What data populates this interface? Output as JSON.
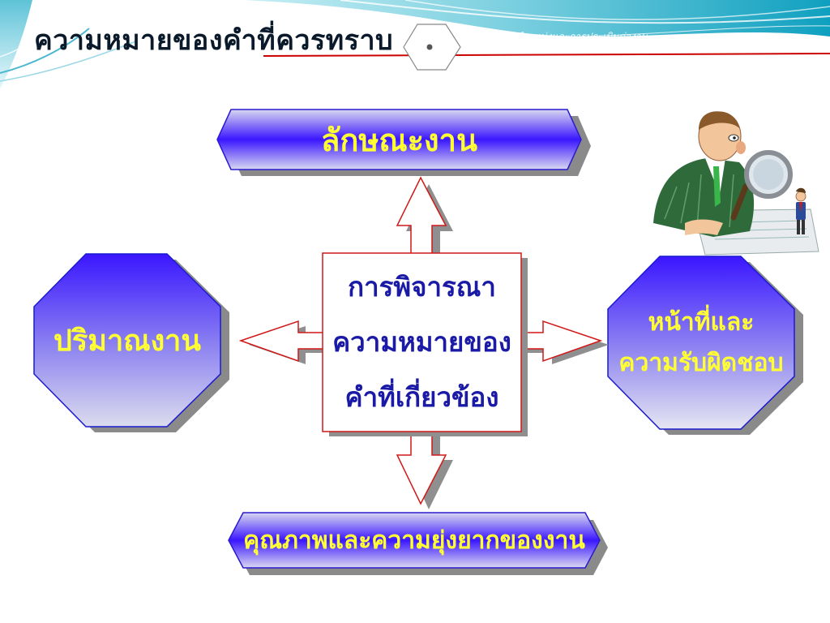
{
  "slide": {
    "title": "ความหมายของคำที่ควรทราบ",
    "subtitle": "การกำหนดตำแหน่งและการประเมินค่างาน"
  },
  "diagram": {
    "top": "ลักษณะงาน",
    "left": "ปริมาณงาน",
    "right_line1": "หน้าที่และ",
    "right_line2": "ความรับผิดชอบ",
    "bottom": "คุณภาพและความยุ่งยากของงาน",
    "center_line1": "การพิจารณา",
    "center_line2": "ความหมายของ",
    "center_line3": "คำที่เกี่ยวข้อง"
  },
  "colors": {
    "shape_fill": "#3a16ff",
    "label_yellow": "#ffff33",
    "center_text": "#1a1aa6",
    "arrow_border": "#d01818",
    "title_rule": "#cc0000"
  },
  "icons": {
    "illustration": "inspector-with-magnifier-icon"
  }
}
